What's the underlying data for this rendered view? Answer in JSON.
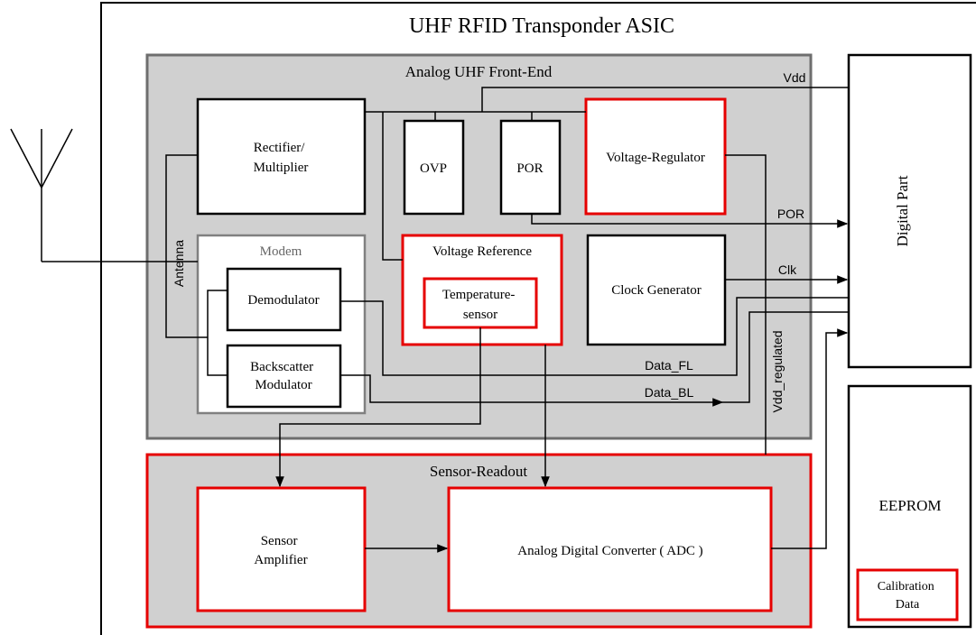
{
  "title": "UHF RFID Transponder ASIC",
  "colors": {
    "block_fill": "#d0d0d0",
    "highlight_border": "#e60000",
    "frame_border": "#6e6e6e",
    "modem_border": "#808080",
    "modem_label": "#666666"
  },
  "front_end": {
    "label": "Analog UHF Front-End",
    "rectifier": [
      "Rectifier/",
      "Multiplier"
    ],
    "ovp": "OVP",
    "por": "POR",
    "voltage_regulator": "Voltage-Regulator",
    "voltage_reference": "Voltage Reference",
    "temperature_sensor": [
      "Temperature-",
      "sensor"
    ],
    "clock_generator": "Clock Generator",
    "modem": {
      "label": "Modem",
      "demodulator": "Demodulator",
      "backscatter_modulator": [
        "Backscatter",
        "Modulator"
      ]
    }
  },
  "sensor_readout": {
    "label": "Sensor-Readout",
    "sensor_amplifier": [
      "Sensor",
      "Amplifier"
    ],
    "adc": "Analog Digital Converter ( ADC )"
  },
  "digital_part": "Digital Part",
  "eeprom": {
    "label": "EEPROM",
    "calibration_data": [
      "Calibration",
      "Data"
    ]
  },
  "signals": {
    "antenna": "Antenna",
    "vdd": "Vdd",
    "por": "POR",
    "clk": "Clk",
    "data_fl": "Data_FL",
    "data_bl": "Data_BL",
    "vdd_regulated": "Vdd_regulated"
  }
}
